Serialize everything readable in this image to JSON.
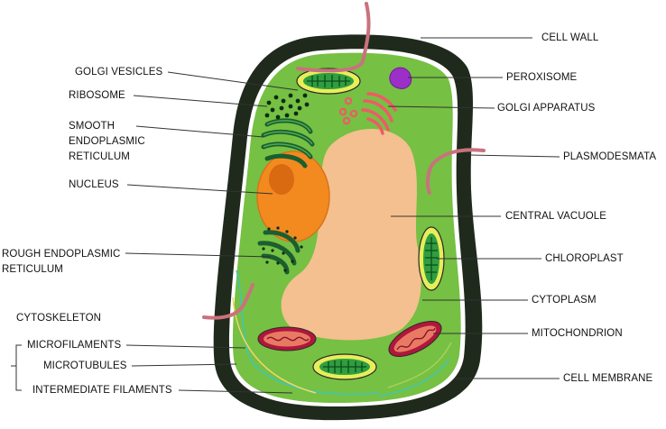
{
  "labels": {
    "cell_wall": "CELL WALL",
    "peroxisome": "PEROXISOME",
    "golgi_apparatus": "GOLGI APPARATUS",
    "plasmodesmata": "PLASMODESMATA",
    "central_vacuole": "CENTRAL VACUOLE",
    "chloroplast": "CHLOROPLAST",
    "cytoplasm": "CYTOPLASM",
    "mitochondrion": "MITOCHONDRION",
    "cell_membrane": "CELL MEMBRANE",
    "golgi_vesicles": "GOLGI VESICLES",
    "ribosome": "RIBOSOME",
    "smooth_er_1": "SMOOTH",
    "smooth_er_2": "ENDOPLASMIC",
    "smooth_er_3": "RETICULUM",
    "nucleus": "NUCLEUS",
    "rough_er_1": "ROUGH ENDOPLASMIC",
    "rough_er_2": "RETICULUM",
    "cytoskeleton": "CYTOSKELETON",
    "microfilaments": "MICROFILAMENTS",
    "microtubules": "MICROTUBULES",
    "intermediate_filaments": "INTERMEDIATE FILAMENTS"
  },
  "colors": {
    "cell_wall": "#1f2a1c",
    "cytoplasm": "#76c043",
    "vacuole": "#f4c08f",
    "nucleus": "#f28a1f",
    "nucleolus": "#d96a12",
    "chloroplast_outer": "#e8ee5a",
    "chloroplast_inner": "#2f9e3f",
    "mitochondrion_outer": "#b0173c",
    "mitochondrion_inner": "#e87a63",
    "golgi": "#f05a67",
    "peroxisome": "#9b2fc7",
    "er": "#1b5e30",
    "plasmodesmata": "#c9727d",
    "leader": "#333333"
  }
}
